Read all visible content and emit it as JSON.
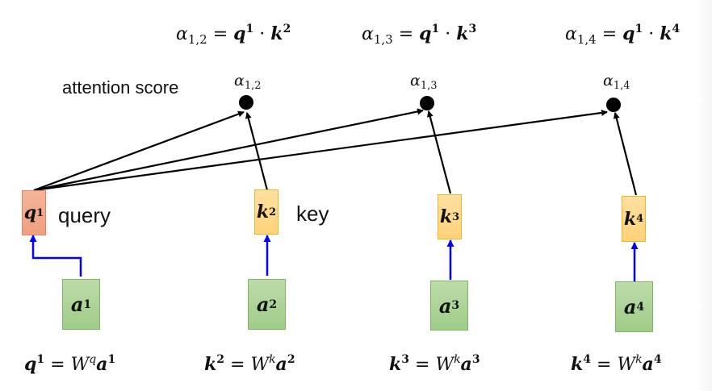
{
  "top_equations": [
    {
      "alpha": "α",
      "alpha_sub": "1,2",
      "equals": "=",
      "q": "q",
      "q_sup": "1",
      "dot": "·",
      "k": "k",
      "k_sup": "2"
    },
    {
      "alpha": "α",
      "alpha_sub": "1,3",
      "equals": "=",
      "q": "q",
      "q_sup": "1",
      "dot": "·",
      "k": "k",
      "k_sup": "3"
    },
    {
      "alpha": "α",
      "alpha_sub": "1,4",
      "equals": "=",
      "q": "q",
      "q_sup": "1",
      "dot": "·",
      "k": "k",
      "k_sup": "4"
    }
  ],
  "attention_label": "attention score",
  "score_nodes": [
    {
      "alpha": "α",
      "sub": "1,2"
    },
    {
      "alpha": "α",
      "sub": "1,3"
    },
    {
      "alpha": "α",
      "sub": "1,4"
    }
  ],
  "query_box": {
    "sym": "q",
    "sup": "1",
    "label": "query"
  },
  "key_boxes": [
    {
      "sym": "k",
      "sup": "2",
      "label": "key"
    },
    {
      "sym": "k",
      "sup": "3"
    },
    {
      "sym": "k",
      "sup": "4"
    }
  ],
  "input_boxes": [
    {
      "sym": "a",
      "sup": "1"
    },
    {
      "sym": "a",
      "sup": "2"
    },
    {
      "sym": "a",
      "sup": "3"
    },
    {
      "sym": "a",
      "sup": "4"
    }
  ],
  "bottom_equations": [
    {
      "lhs": "q",
      "lhs_sup": "1",
      "equals": "=",
      "W": "W",
      "W_sup": "q",
      "a": "a",
      "a_sup": "1"
    },
    {
      "lhs": "k",
      "lhs_sup": "2",
      "equals": "=",
      "W": "W",
      "W_sup": "k",
      "a": "a",
      "a_sup": "2"
    },
    {
      "lhs": "k",
      "lhs_sup": "3",
      "equals": "=",
      "W": "W",
      "W_sup": "k",
      "a": "a",
      "a_sup": "3"
    },
    {
      "lhs": "k",
      "lhs_sup": "4",
      "equals": "=",
      "W": "W",
      "W_sup": "k",
      "a": "a",
      "a_sup": "4"
    }
  ],
  "colors": {
    "query_fill": "#f19f80",
    "key_fill": "#ffd27a",
    "input_fill": "#9fcc88",
    "projection_arrow": "#0000ff",
    "score_arrow": "#000000"
  }
}
